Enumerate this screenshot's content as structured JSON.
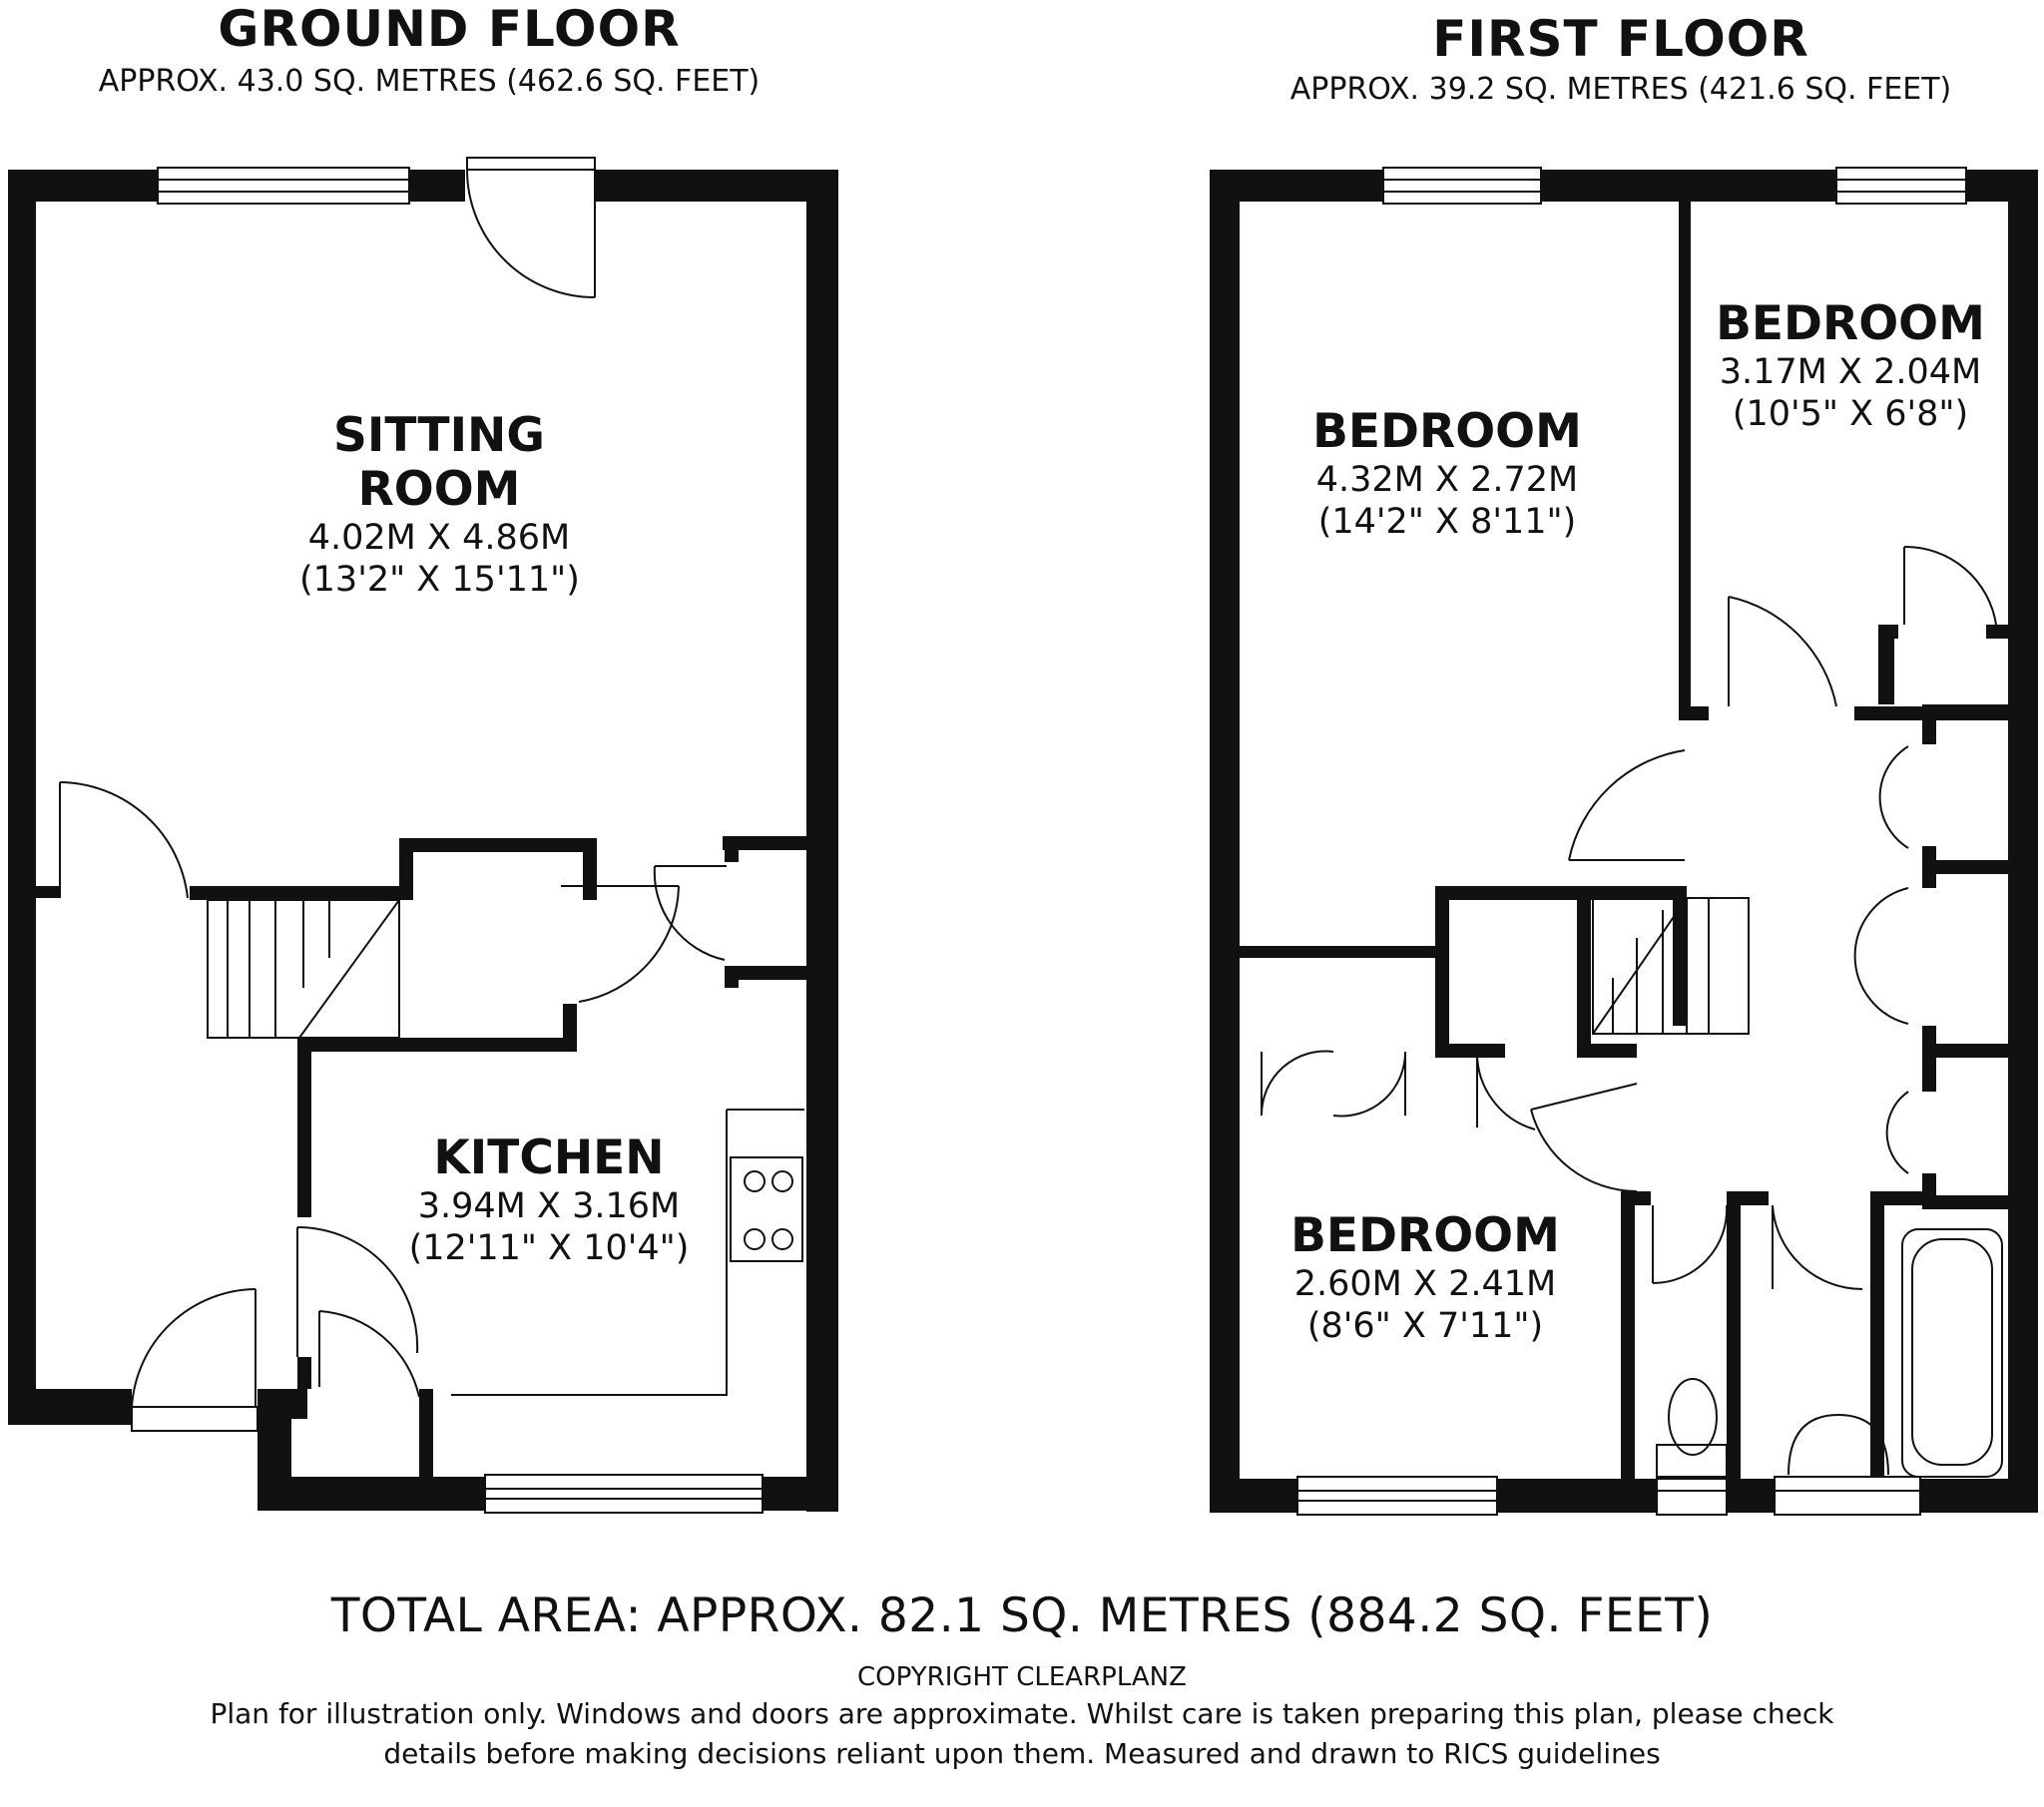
{
  "ground_floor": {
    "title": "GROUND FLOOR",
    "area": "APPROX. 43.0 SQ. METRES (462.6 SQ. FEET)",
    "rooms": [
      {
        "name_line1": "SITTING",
        "name_line2": "ROOM",
        "dim_metric": "4.02M X 4.86M",
        "dim_imperial": "(13'2\" X 15'11\")"
      },
      {
        "name": "KITCHEN",
        "dim_metric": "3.94M X 3.16M",
        "dim_imperial": "(12'11\" X 10'4\")"
      }
    ]
  },
  "first_floor": {
    "title": "FIRST FLOOR",
    "area": "APPROX. 39.2 SQ. METRES (421.6 SQ. FEET)",
    "rooms": [
      {
        "name": "BEDROOM",
        "dim_metric": "4.32M X 2.72M",
        "dim_imperial": "(14'2\" X 8'11\")"
      },
      {
        "name": "BEDROOM",
        "dim_metric": "3.17M X 2.04M",
        "dim_imperial": "(10'5\" X 6'8\")"
      },
      {
        "name": "BEDROOM",
        "dim_metric": "2.60M X 2.41M",
        "dim_imperial": "(8'6\" X 7'11\")"
      }
    ]
  },
  "footer": {
    "total_area": "TOTAL AREA: APPROX. 82.1 SQ. METRES (884.2 SQ. FEET)",
    "copyright": "COPYRIGHT CLEARPLANZ",
    "disclaimer_line1": "Plan for illustration only. Windows and doors are approximate. Whilst care is taken preparing this plan, please check",
    "disclaimer_line2": "details before making decisions reliant upon them. Measured and drawn to RICS guidelines"
  }
}
